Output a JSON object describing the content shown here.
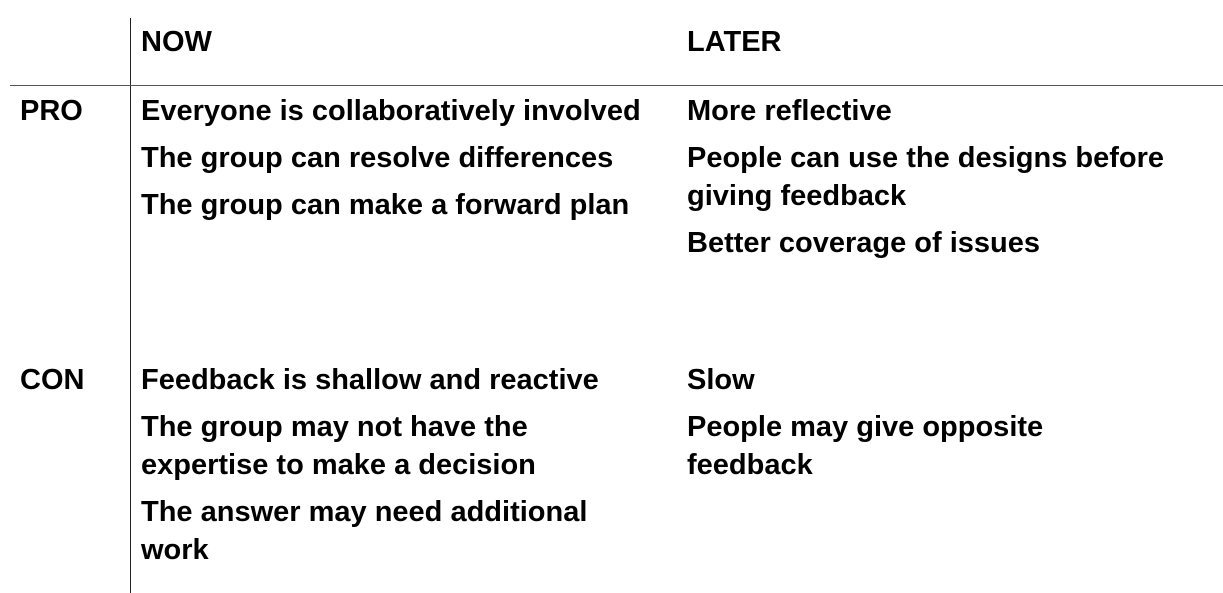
{
  "columns": {
    "now": "NOW",
    "later": "LATER"
  },
  "rows": {
    "pro": {
      "label": "PRO",
      "now": [
        "Everyone is collaboratively involved",
        "The group can resolve differences",
        "The group can make a forward plan"
      ],
      "later": [
        "More reflective",
        "People can use the designs before giving feedback",
        "Better coverage of issues"
      ]
    },
    "con": {
      "label": "CON",
      "now": [
        "Feedback is shallow and reactive",
        "The group may not have the expertise to make a decision",
        "The answer may need additional work"
      ],
      "later": [
        "Slow",
        "People may give opposite feedback"
      ]
    }
  }
}
